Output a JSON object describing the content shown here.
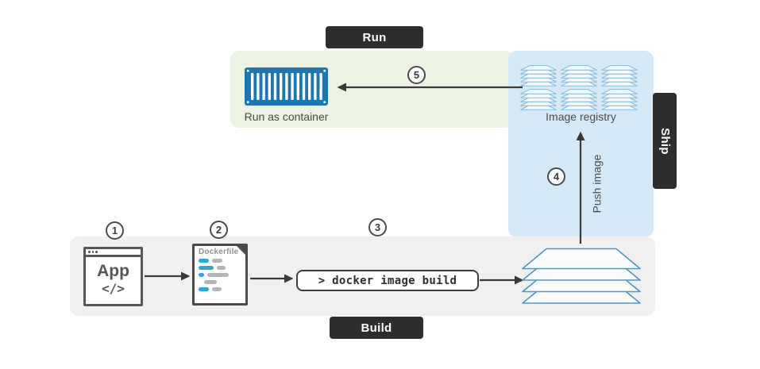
{
  "zones": {
    "run": {
      "label": "Run",
      "bg": "#edf3e2"
    },
    "ship": {
      "label": "Ship",
      "bg": "#d5eaf8"
    },
    "build": {
      "label": "Build",
      "bg": "#f0f0f0"
    }
  },
  "steps": {
    "s1": "1",
    "s2": "2",
    "s3": "3",
    "s4": "4",
    "s5": "5"
  },
  "nodes": {
    "app": {
      "line1": "App",
      "line2": "</>"
    },
    "dockerfile": {
      "title": "Dockerfile"
    },
    "command": {
      "text": "> docker image build"
    },
    "image_layers": {
      "icon": "stacked-layers"
    },
    "registry": {
      "caption": "Image registry"
    },
    "container": {
      "caption": "Run as container"
    }
  },
  "arrows": {
    "app_to_dockerfile": {
      "direction": "right"
    },
    "dockerfile_to_command": {
      "direction": "right"
    },
    "command_to_layers": {
      "direction": "right"
    },
    "push": {
      "label": "Push image",
      "direction": "up"
    },
    "pull_to_container": {
      "direction": "left"
    }
  },
  "colors": {
    "badge_bg": "#2d2d2d",
    "badge_text": "#ffffff",
    "container_blue": "#1b76b4",
    "layer_stroke": "#5294c2",
    "registry_stack_stroke": "#8bbedd",
    "dockerfile_bar_blue": "#29a8e0",
    "dockerfile_bar_gray": "#b5b5b5",
    "arrow": "#3a3a3a",
    "caption_text": "#4a4a4a"
  }
}
